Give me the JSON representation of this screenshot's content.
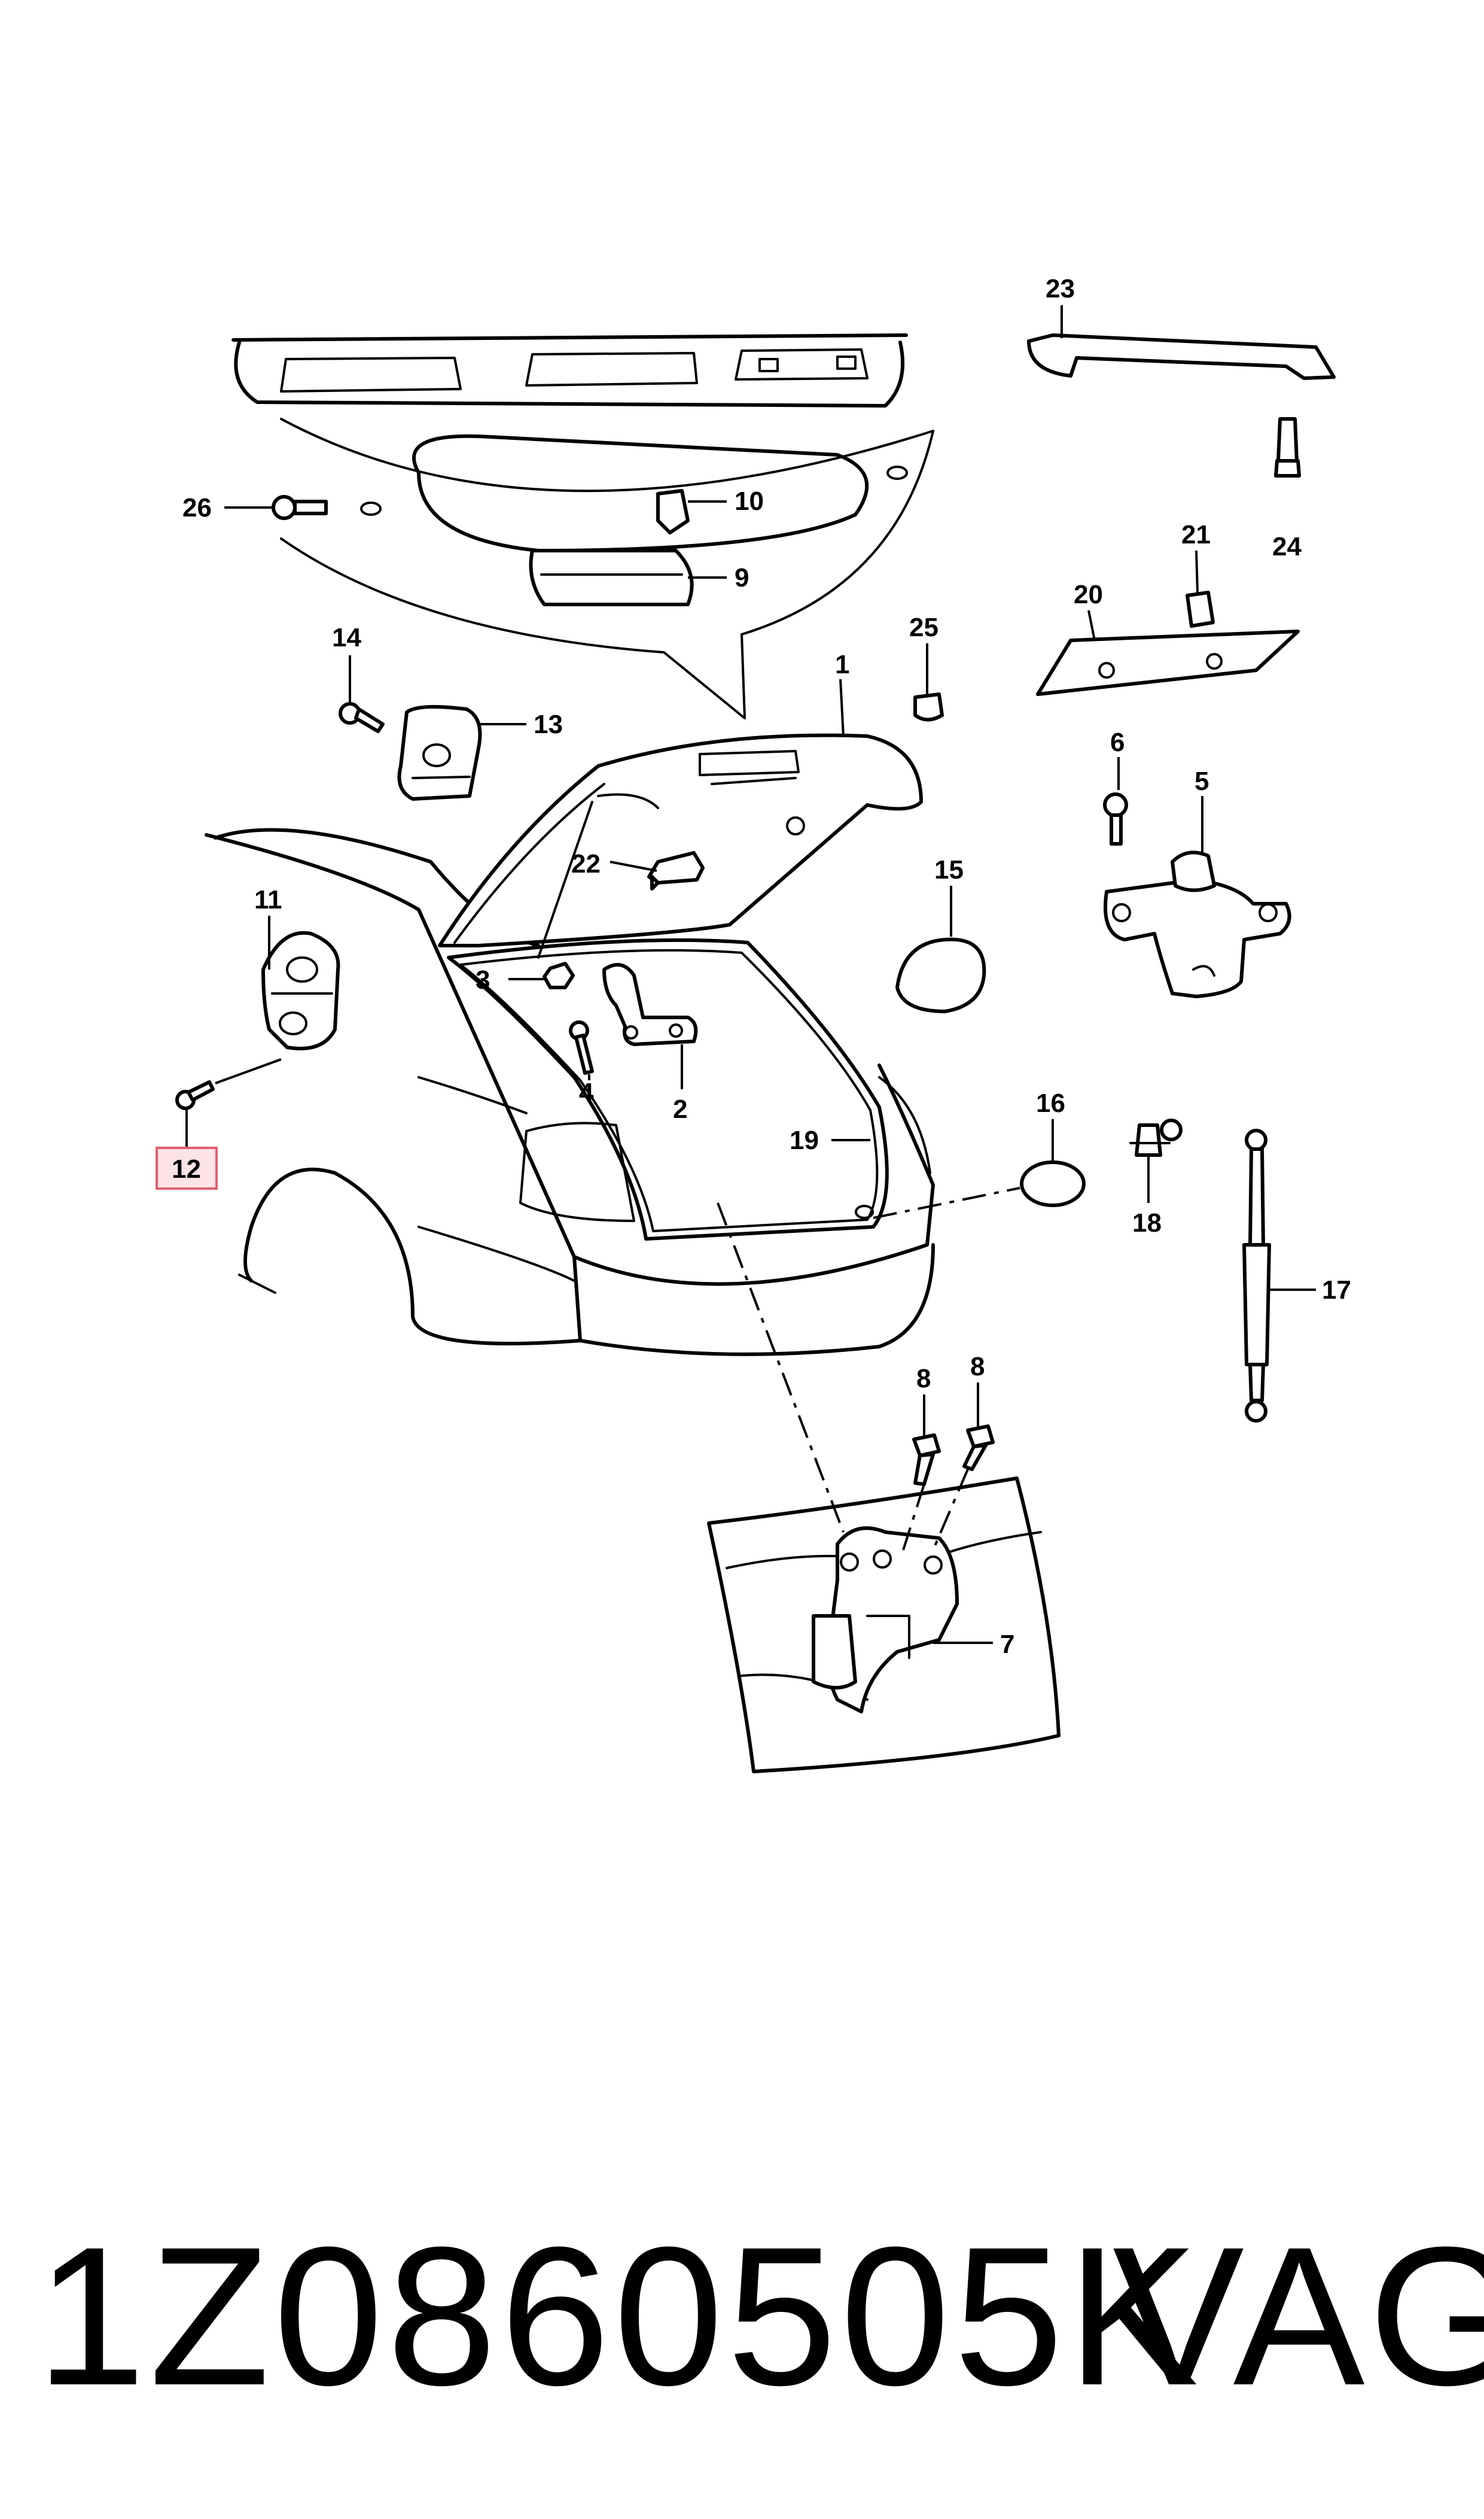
{
  "callouts": {
    "c1": "1",
    "c2": "2",
    "c3": "3",
    "c4": "4",
    "c5": "5",
    "c6": "6",
    "c7": "7",
    "c8a": "8",
    "c8b": "8",
    "c9": "9",
    "c10": "10",
    "c11": "11",
    "c12": "12",
    "c13": "13",
    "c14": "14",
    "c15": "15",
    "c16": "16",
    "c17": "17",
    "c18": "18",
    "c19": "19",
    "c20": "20",
    "c21": "21",
    "c22": "22",
    "c23": "23",
    "c24": "24",
    "c25": "25",
    "c26": "26"
  },
  "highlighted_callout": "12",
  "highlight_color": "#e06070",
  "footer": {
    "part_number": "1Z0860505K",
    "brand": "VAG"
  }
}
